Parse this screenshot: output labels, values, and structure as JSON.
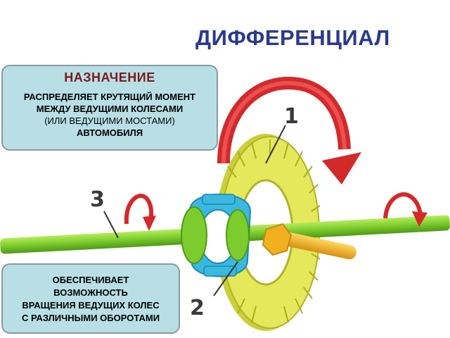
{
  "title": "ДИФФЕРЕНЦИАЛ",
  "purpose": {
    "heading": "НАЗНАЧЕНИЕ",
    "line1": "РАСПРЕДЕЛЯЕТ КРУТЯЩИЙ МОМЕНТ",
    "line2": "МЕЖДУ ВЕДУЩИМИ КОЛЕСАМИ",
    "line3": "(ИЛИ ВЕДУЩИМИ МОСТАМИ)",
    "line4": "АВТОМОБИЛЯ"
  },
  "function": {
    "line1": "ОБЕСПЕЧИВАЕТ",
    "line2": "ВОЗМОЖНОСТЬ",
    "line3": "ВРАЩЕНИЯ ВЕДУЩИХ КОЛЕС",
    "line4": "С РАЗЛИЧНЫМИ ОБОРОТАМИ"
  },
  "callouts": {
    "ring_gear": "1",
    "side_gears": "2",
    "axle": "3"
  },
  "colors": {
    "title": "#2a3a8c",
    "box_fill": "#b8dfe6",
    "ring_gear": "#e4e85a",
    "axle": "#7ccc2e",
    "pinion": "#f0b020",
    "carrier": "#3ab8e0",
    "arrow": "#e03030"
  }
}
